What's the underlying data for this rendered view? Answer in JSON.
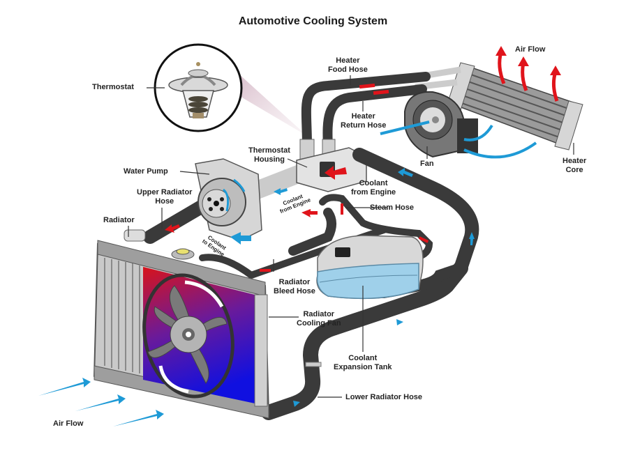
{
  "title": "Automotive Cooling System",
  "labels": {
    "thermostat": "Thermostat",
    "heater_feed_hose": "Heater\nFood Hose",
    "heater_return_hose": "Heater\nReturn Hose",
    "air_flow_top": "Air Flow",
    "fan": "Fan",
    "heater_core": "Heater\nCore",
    "thermostat_housing": "Thermostat\nHousing",
    "coolant_from_engine": "Coolant\nfrom Engine",
    "water_pump": "Water Pump",
    "upper_radiator_hose": "Upper Radiator\nHose",
    "radiator": "Radiator",
    "steam_hose": "Steam Hose",
    "coolant_from_engine_small": "Coolant\nfrom Engine",
    "coolant_to_engine_small": "Coolant\nto Engine",
    "radiator_bleed_hose": "Radiator\nBleed Hose",
    "radiator_cooling_fan": "Radiator\nCooling Fan",
    "coolant_expansion_tank": "Coolant\nExpansion Tank",
    "lower_radiator_hose": "Lower Radiator Hose",
    "air_flow_bottom": "Air Flow"
  },
  "colors": {
    "hot_flow": "#e0141b",
    "cold_flow": "#1e9ad6",
    "hose": "#3a3a3a",
    "metal": "#c9c9c9",
    "coolant": "#9fd0ea"
  }
}
